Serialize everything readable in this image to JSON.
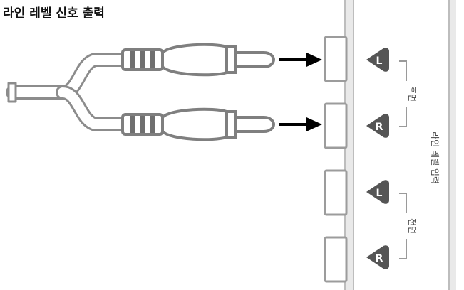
{
  "title": "라인 레벨 신호 출력",
  "labels": {
    "rear": "후면",
    "front": "전면",
    "line_level_input": "라인 레벨 입력"
  },
  "jacks": [
    {
      "letter": "L",
      "group": "rear"
    },
    {
      "letter": "R",
      "group": "rear"
    },
    {
      "letter": "L",
      "group": "front"
    },
    {
      "letter": "R",
      "group": "front"
    }
  ],
  "colors": {
    "cable": "#9a9a9a",
    "panel": "#e6e6e6",
    "badge": "#555555",
    "arrow": "#000000"
  }
}
